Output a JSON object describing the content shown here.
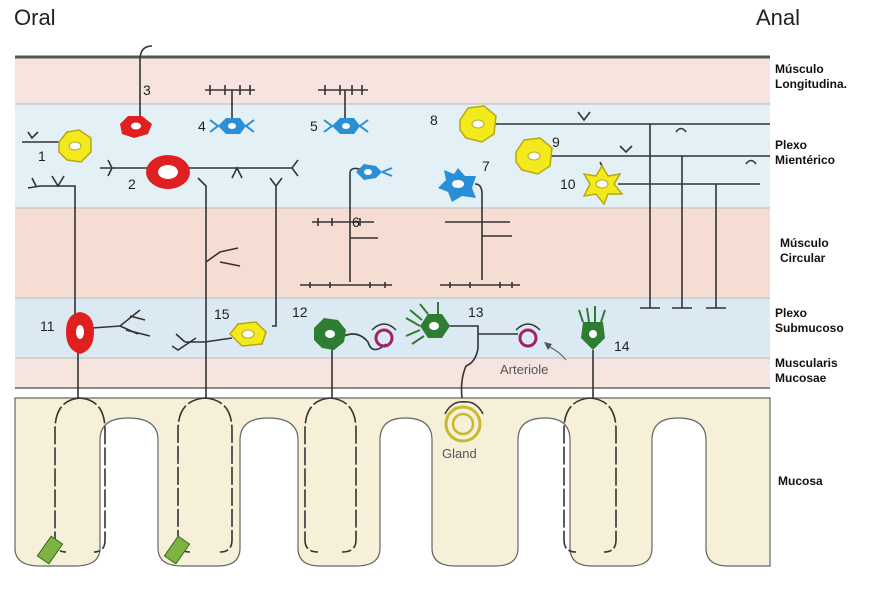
{
  "header": {
    "oral": "Oral",
    "anal": "Anal"
  },
  "layers": [
    {
      "line1": "Músculo",
      "line2": "Longitudina."
    },
    {
      "line1": "Plexo",
      "line2": "Mientérico"
    },
    {
      "line1": "Músculo",
      "line2": "Circular"
    },
    {
      "line1": "Plexo",
      "line2": "Submucoso"
    },
    {
      "line1": "Muscularis",
      "line2": "Mucosae"
    },
    {
      "line1": "Mucosa",
      "line2": ""
    }
  ],
  "neurons": [
    "1",
    "2",
    "3",
    "4",
    "5",
    "6",
    "7",
    "8",
    "9",
    "10",
    "11",
    "12",
    "13",
    "14",
    "15"
  ],
  "annotations": {
    "arteriole": "Arteriole",
    "gland": "Gland"
  },
  "colors": {
    "longitudinal_band": "#f7e4de",
    "myenteric_band": "#e3f1f6",
    "circular_band": "#f6ddd4",
    "submucous_band": "#dbeaf2",
    "mucosae_band": "#f6e4de",
    "mucosa_fill": "#f6f0d8",
    "red": "#e02020",
    "yellow": "#f2ea1c",
    "blue": "#2a8fd6",
    "green": "#2e7d32",
    "arteriole": "#a0206a"
  }
}
